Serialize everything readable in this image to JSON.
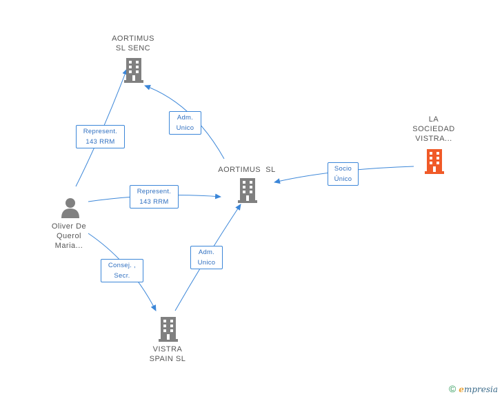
{
  "nodes": {
    "aortimus_sl_senc": {
      "lines": [
        "AORTIMUS",
        "SL SENC"
      ],
      "icon": "building-icon"
    },
    "aortimus_sl": {
      "lines": [
        "AORTIMUS  SL"
      ],
      "icon": "building-icon"
    },
    "la_sociedad_vistra": {
      "lines": [
        "LA",
        "SOCIEDAD",
        "VISTRA..."
      ],
      "icon": "building-icon",
      "color": "#f05a28"
    },
    "oliver": {
      "lines": [
        "Oliver De",
        "Querol",
        "Maria..."
      ],
      "icon": "person-icon"
    },
    "vistra_spain_sl": {
      "lines": [
        "VISTRA",
        "SPAIN SL"
      ],
      "icon": "building-icon"
    }
  },
  "edges": {
    "oliver_to_aortimus_senc": {
      "lines": [
        "Represent.",
        "143 RRM"
      ]
    },
    "aortimus_sl_to_aortimus_senc": {
      "lines": [
        "Adm.",
        "Unico"
      ]
    },
    "oliver_to_aortimus_sl": {
      "lines": [
        "Represent.",
        "143 RRM"
      ]
    },
    "sociedad_to_aortimus_sl": {
      "lines": [
        "Socio",
        "Único"
      ]
    },
    "oliver_to_vistra": {
      "lines": [
        "Consej. ,",
        "Secr."
      ]
    },
    "vistra_to_aortimus_sl": {
      "lines": [
        "Adm.",
        "Unico"
      ]
    }
  },
  "colors": {
    "edge": "#3b86d8",
    "building": "#808080",
    "highlight": "#f05a28"
  },
  "brand": {
    "copyright": "©",
    "name_initial": "e",
    "name_rest": "mpresia"
  }
}
